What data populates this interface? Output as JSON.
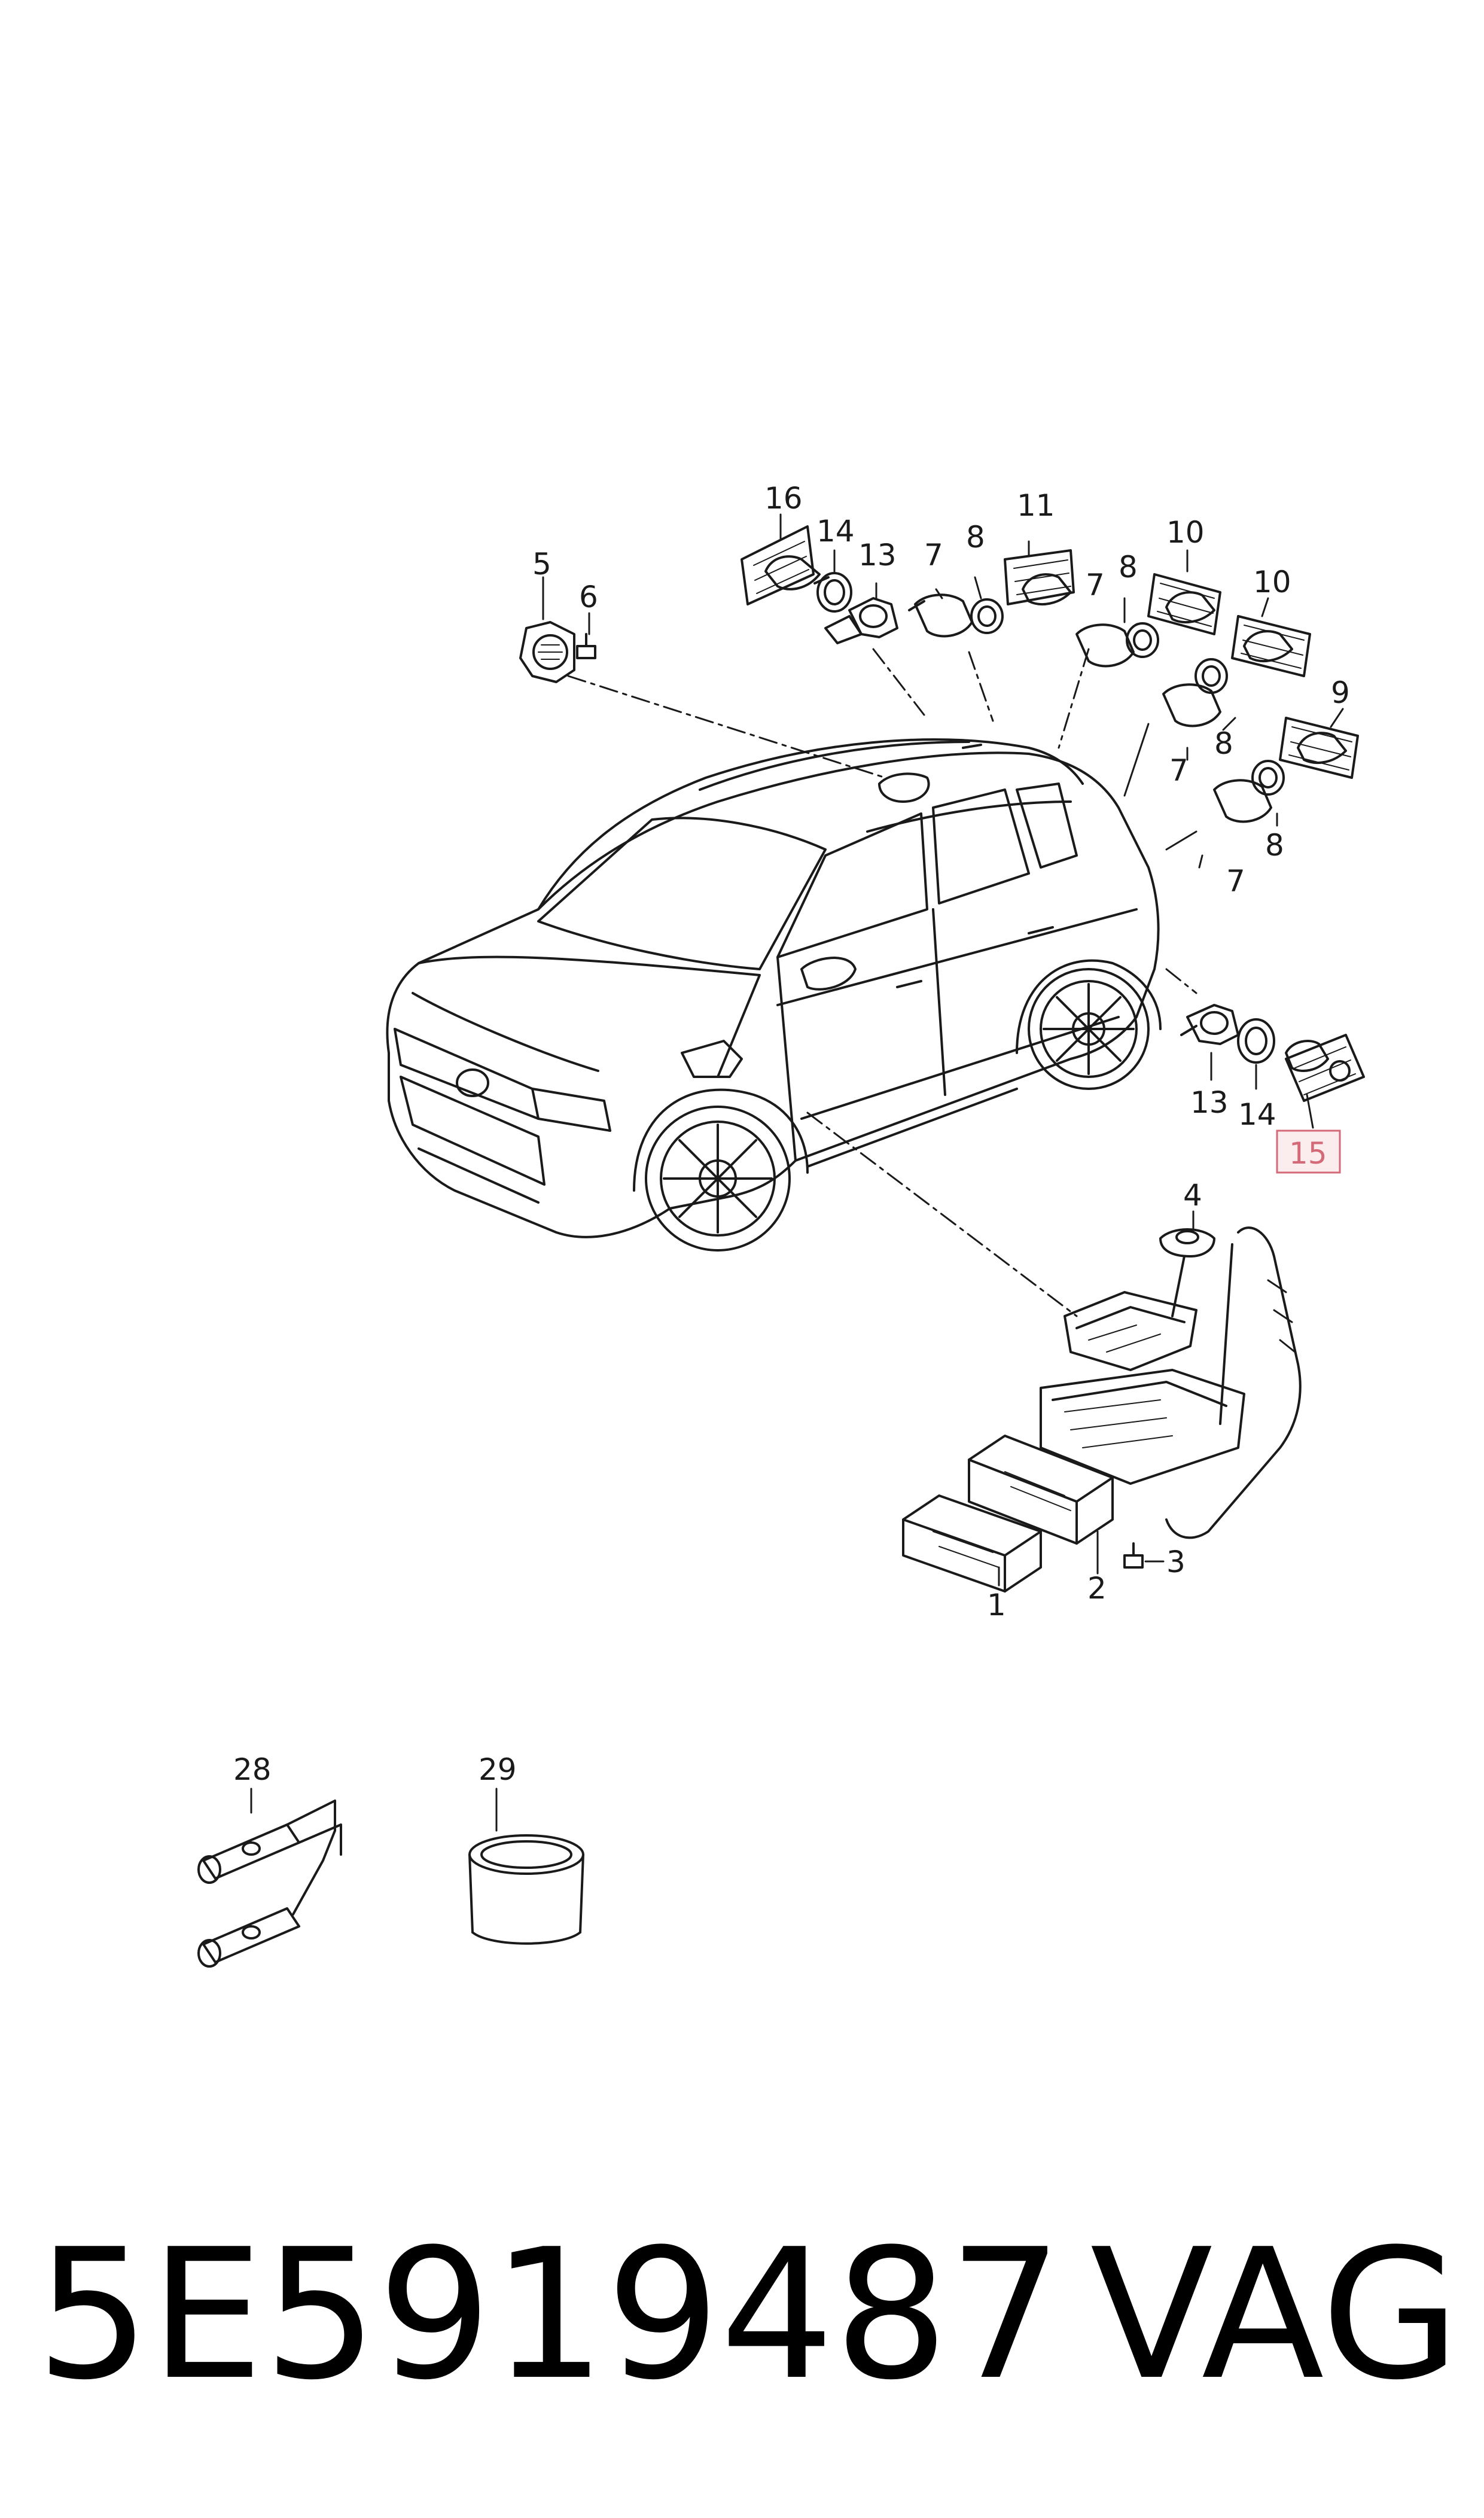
{
  "diagram": {
    "callouts": [
      "1",
      "2",
      "3",
      "4",
      "5",
      "6",
      "7",
      "8",
      "9",
      "10",
      "11",
      "13",
      "14",
      "15",
      "16",
      "28",
      "29"
    ],
    "highlighted_callout": "15",
    "highlight_color": "#d46a78",
    "highlight_fill": "#fbecee",
    "line_color": "#1a1a1a"
  },
  "footer": {
    "part_number": "5E5919487",
    "brand": "VAG"
  }
}
